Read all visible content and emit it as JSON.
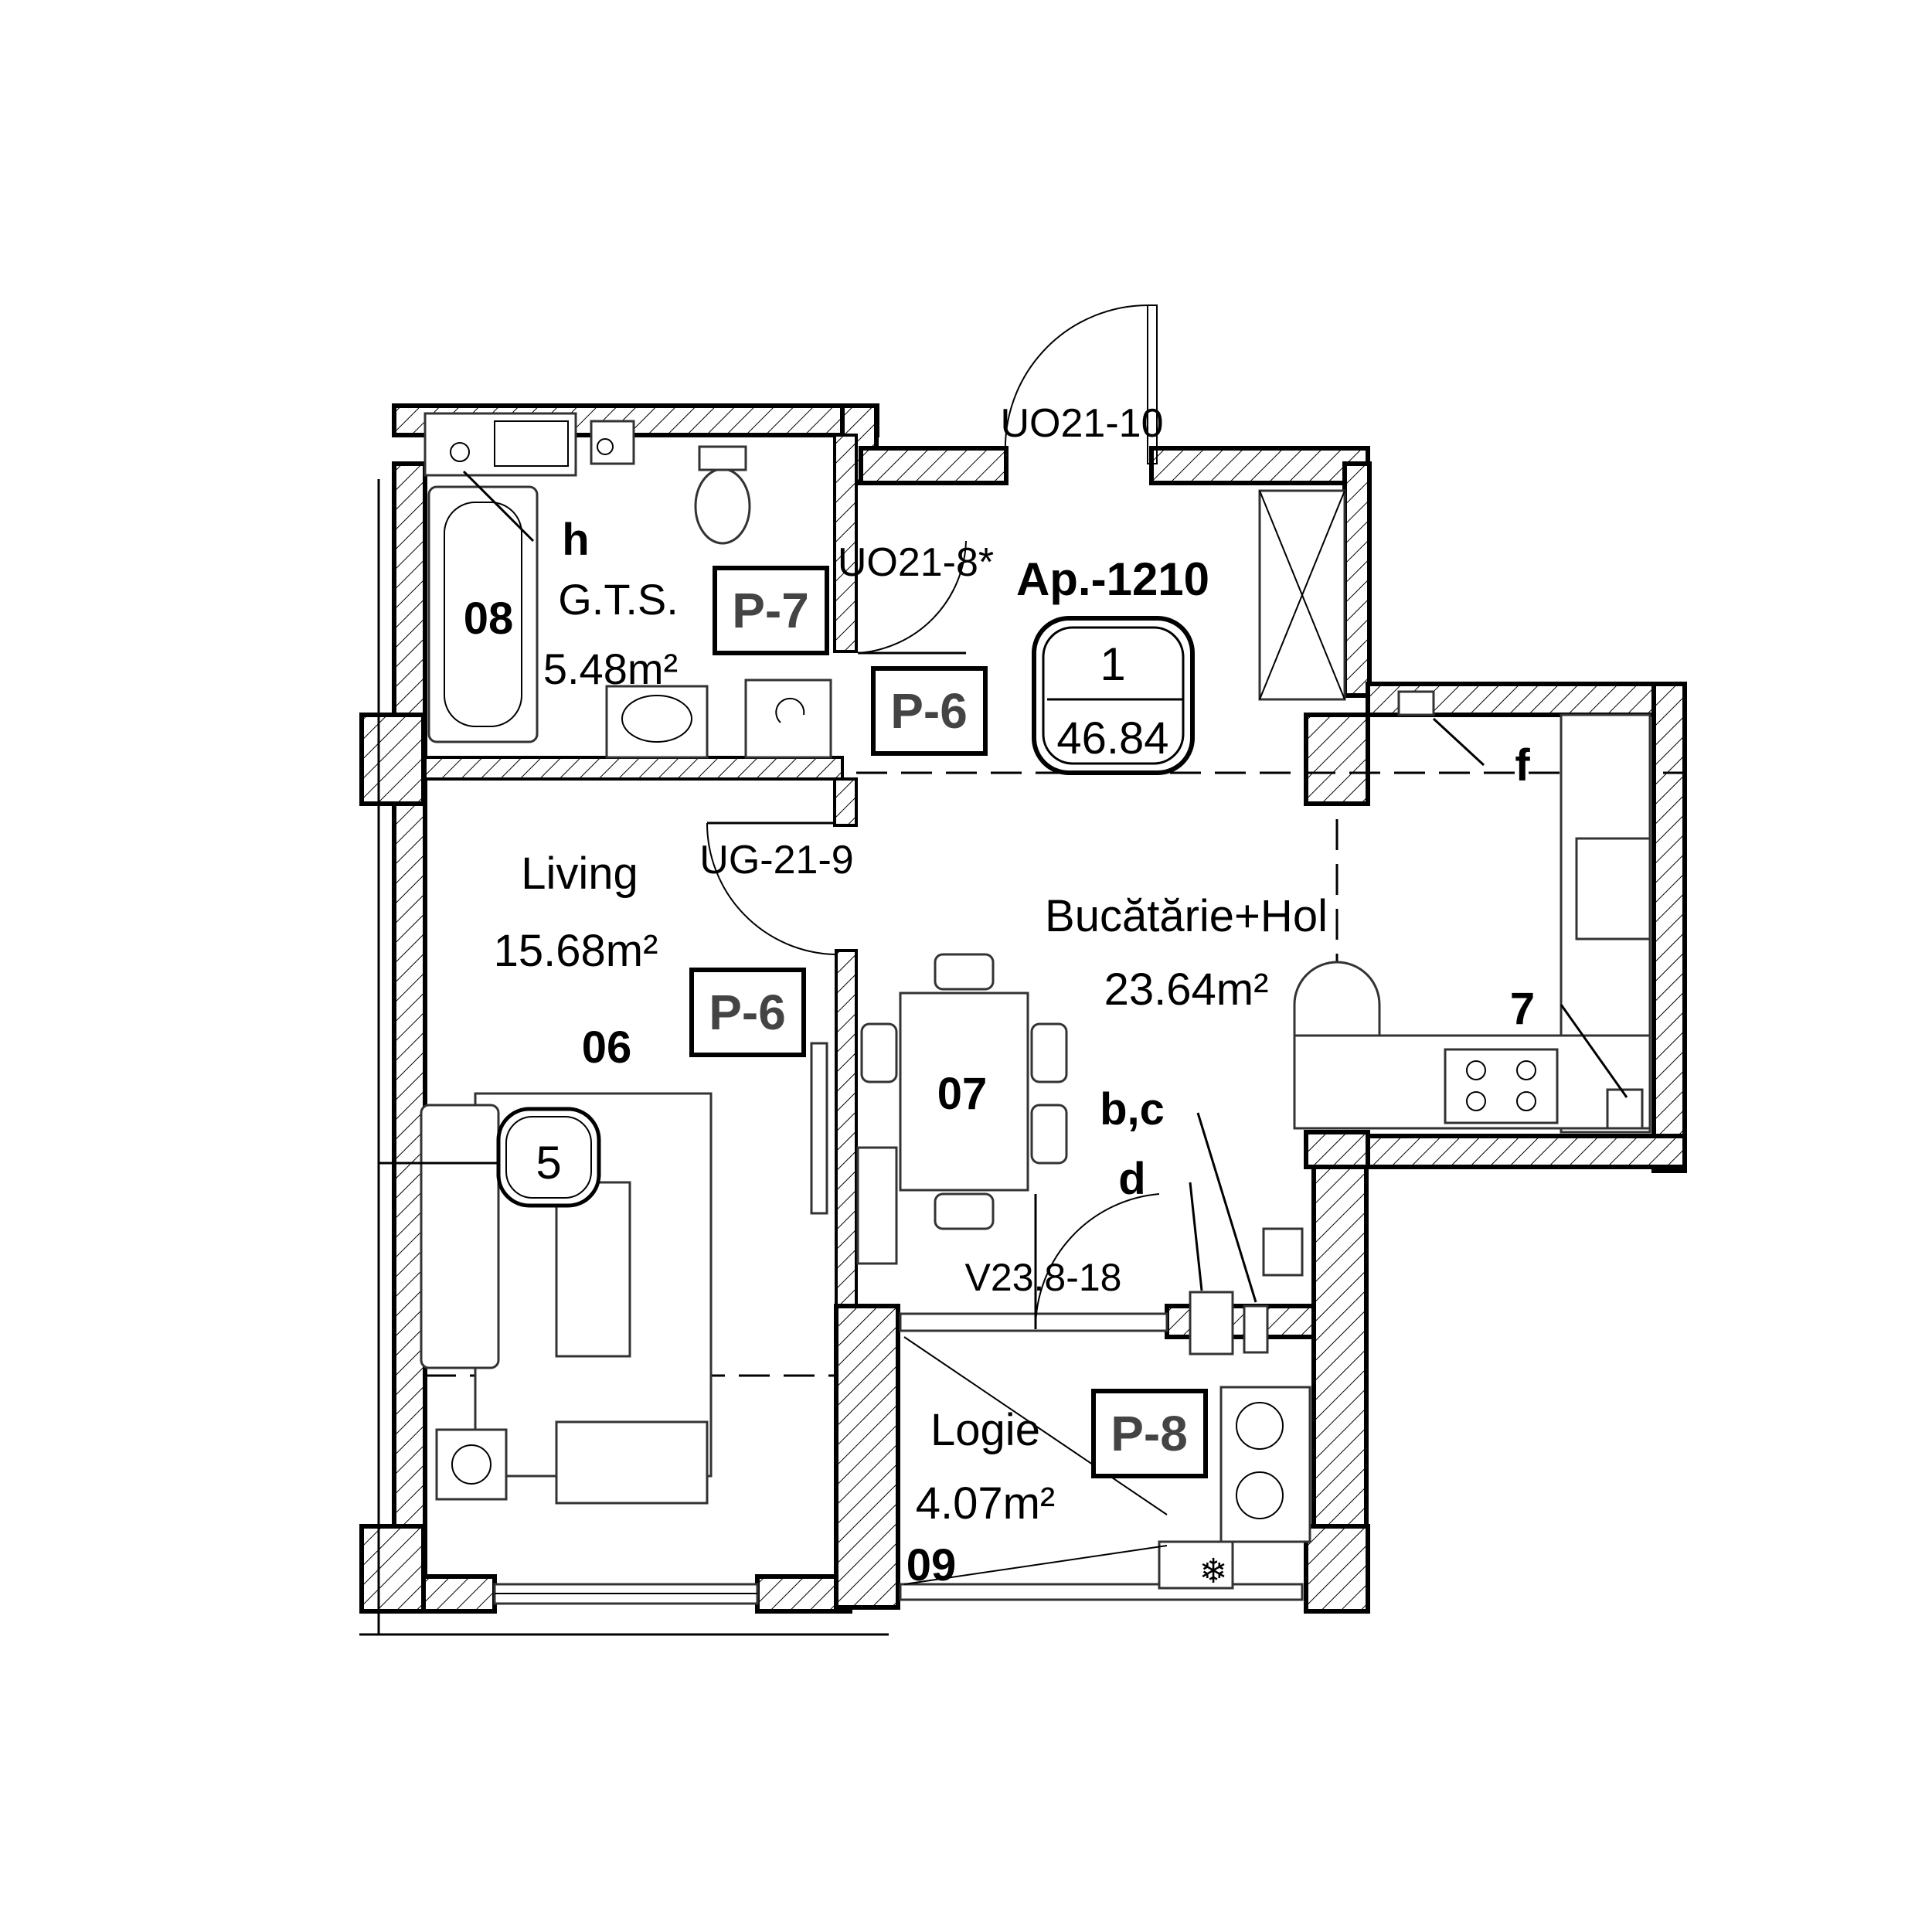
{
  "apartment": {
    "label": "Ap.-1210",
    "number": "1",
    "area": "46.84"
  },
  "rooms": {
    "bath": {
      "code": "08",
      "name": "G.T.S.",
      "area": "5.48m²"
    },
    "living": {
      "code": "06",
      "name": "Living",
      "area": "15.68m²"
    },
    "kitchen": {
      "code": "07",
      "name": "Bucătărie+Hol",
      "area": "23.64m²"
    },
    "loggia": {
      "code": "09",
      "name": "Logie",
      "area": "4.07m²"
    }
  },
  "tags": {
    "bath": "P-7",
    "hall": "P-6",
    "living": "P-6",
    "loggia": "P-8"
  },
  "doors": {
    "entrance": "UO21-10",
    "bath": "UO21-8*",
    "living": "UG-21-9",
    "loggia": "V23.8-18"
  },
  "markers": {
    "h": "h",
    "f": "f",
    "seven": "7",
    "bc": "b,c",
    "d": "d",
    "five": "5"
  }
}
